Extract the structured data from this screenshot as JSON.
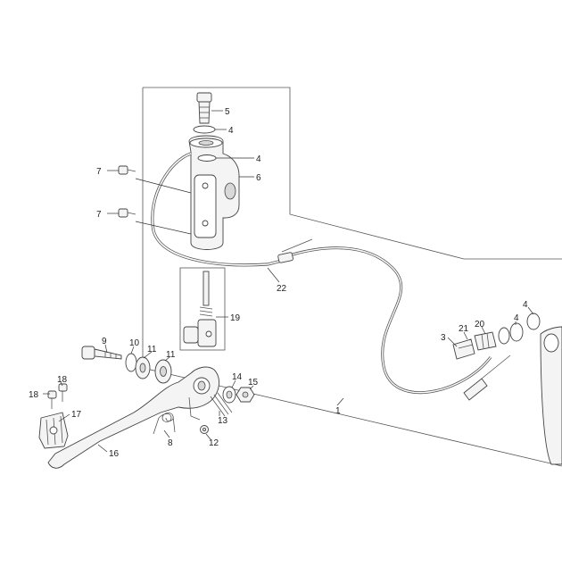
{
  "callouts": [
    {
      "id": "c5",
      "text": "5"
    },
    {
      "id": "c4a",
      "text": "4"
    },
    {
      "id": "c4b",
      "text": "4"
    },
    {
      "id": "c6",
      "text": "6"
    },
    {
      "id": "c7a",
      "text": "7"
    },
    {
      "id": "c7b",
      "text": "7"
    },
    {
      "id": "c22",
      "text": "22"
    },
    {
      "id": "c19",
      "text": "19"
    },
    {
      "id": "c9",
      "text": "9"
    },
    {
      "id": "c10",
      "text": "10"
    },
    {
      "id": "c11a",
      "text": "11"
    },
    {
      "id": "c11b",
      "text": "11"
    },
    {
      "id": "c14",
      "text": "14"
    },
    {
      "id": "c15",
      "text": "15"
    },
    {
      "id": "c18a",
      "text": "18"
    },
    {
      "id": "c18b",
      "text": "18"
    },
    {
      "id": "c17",
      "text": "17"
    },
    {
      "id": "c16",
      "text": "16"
    },
    {
      "id": "c8",
      "text": "8"
    },
    {
      "id": "c12",
      "text": "12"
    },
    {
      "id": "c13",
      "text": "13"
    },
    {
      "id": "c1",
      "text": "1"
    },
    {
      "id": "c3",
      "text": "3"
    },
    {
      "id": "c21",
      "text": "21"
    },
    {
      "id": "c20",
      "text": "20"
    },
    {
      "id": "c4c",
      "text": "4"
    },
    {
      "id": "c4d",
      "text": "4"
    }
  ]
}
